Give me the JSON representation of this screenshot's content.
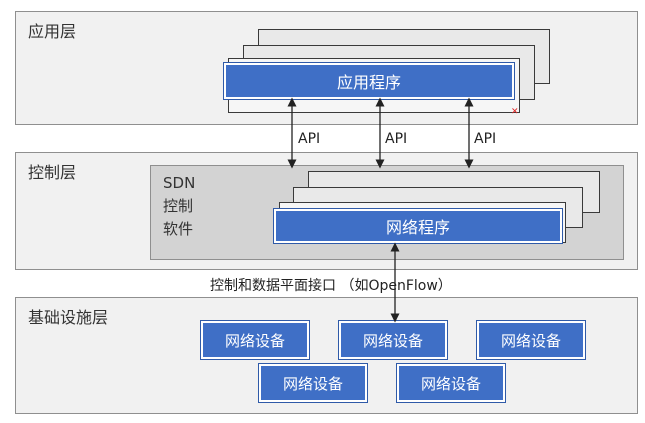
{
  "layers": {
    "application": {
      "title": "应用层",
      "box_label": "应用程序"
    },
    "control": {
      "title": "控制层",
      "software_label_lines": [
        "SDN",
        "控制",
        "软件"
      ],
      "box_label": "网络程序"
    },
    "infrastructure": {
      "title": "基础设施层",
      "devices": [
        "网络设备",
        "网络设备",
        "网络设备",
        "网络设备",
        "网络设备"
      ]
    }
  },
  "connections": {
    "api_labels": [
      "API",
      "API",
      "API"
    ],
    "southbound_label": "控制和数据平面接口 （如OpenFlow）"
  },
  "colors": {
    "box_fill": "#3f6fc6",
    "layer_fill": "#f1f1f1",
    "panel_fill": "#d3d3d3"
  }
}
